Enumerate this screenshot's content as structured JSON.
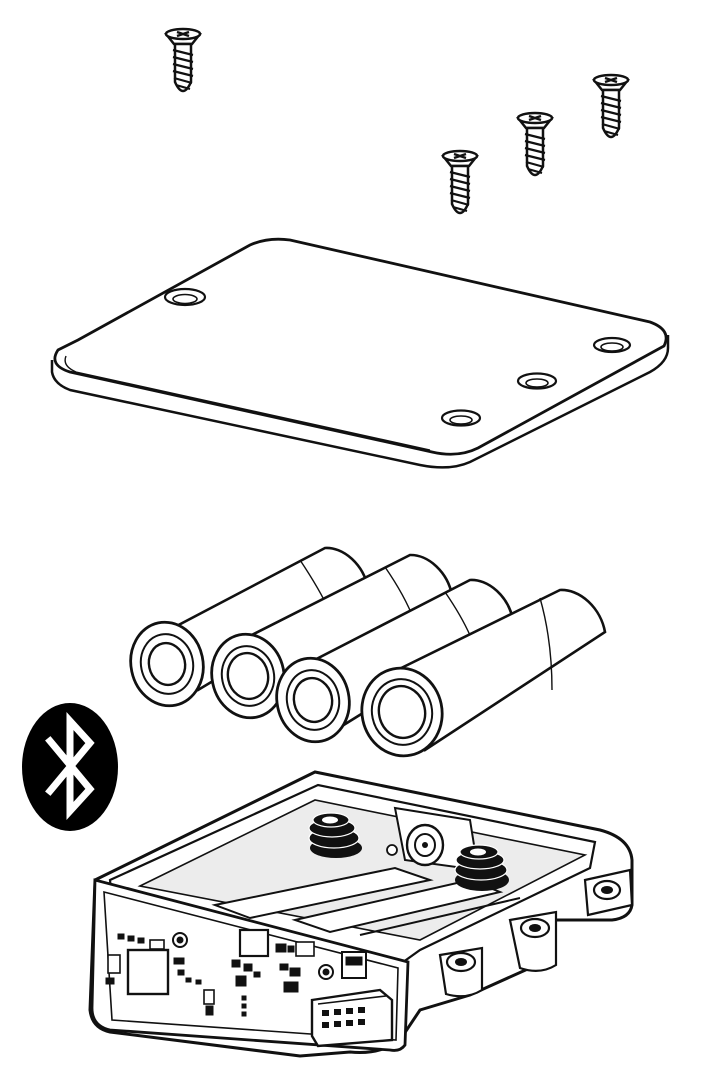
{
  "figure": {
    "kind": "exploded-view",
    "parts": [
      {
        "name": "screws",
        "count": 4
      },
      {
        "name": "cover-plate",
        "holes": 4
      },
      {
        "name": "batteries",
        "count": 4
      },
      {
        "name": "housing"
      }
    ],
    "symbols": [
      "bluetooth-icon"
    ]
  },
  "colors": {
    "line": "#111111",
    "fill": "#ffffff",
    "shade": "#e6e6e6",
    "symbol_bg": "#000000",
    "symbol_fg": "#ffffff"
  }
}
